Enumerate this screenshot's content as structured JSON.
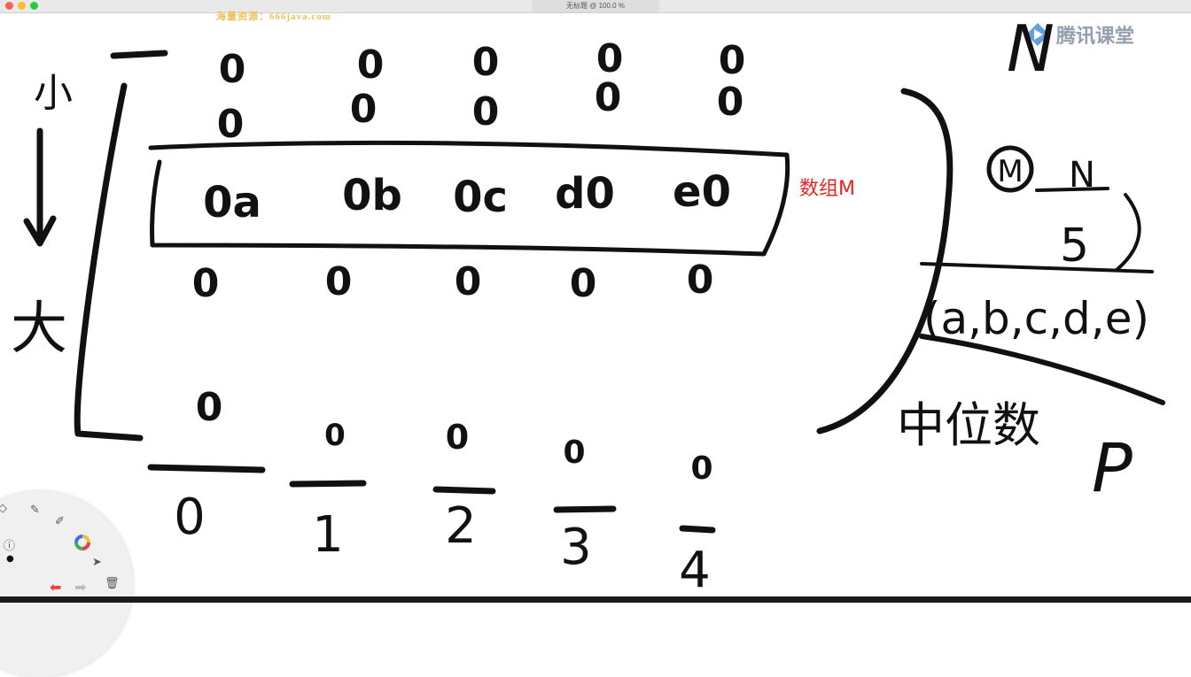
{
  "window": {
    "title": "无标题 @ 100.0 %"
  },
  "watermark": "海量资源：666java.com",
  "brand": {
    "name": "腾讯课堂",
    "icon": "play-icon"
  },
  "canvas": {
    "array_label": "数组M",
    "top_letter": "N",
    "side_label_top": "小",
    "side_label_bottom": "大",
    "matrix": {
      "row1": [
        "0",
        "0",
        "0",
        "0",
        "0"
      ],
      "row2": [
        "0",
        "0",
        "0",
        "0",
        "0"
      ],
      "row3": [
        "0a",
        "0b",
        "0c",
        "d0",
        "e0"
      ],
      "row4": [
        "0",
        "0",
        "0",
        "0",
        "0"
      ],
      "row5": [
        "0",
        "0",
        "0",
        "0",
        "0"
      ]
    },
    "column_indices": [
      "0",
      "1",
      "2",
      "3",
      "4"
    ],
    "notes": {
      "fraction_left": "M",
      "fraction_num": "N",
      "fraction_den": "5",
      "set": "(a,b,c,d,e)",
      "median_label": "中位数",
      "median_var": "P"
    }
  },
  "tools": [
    "pen-icon",
    "highlighter-icon",
    "eraser-icon",
    "color-wheel-icon",
    "pointer-icon",
    "undo-icon",
    "redo-icon",
    "trash-icon",
    "info-icon"
  ],
  "colors": {
    "ink": "#111111",
    "label_red": "#ee2222",
    "brand_blue": "#2f7fd9"
  }
}
